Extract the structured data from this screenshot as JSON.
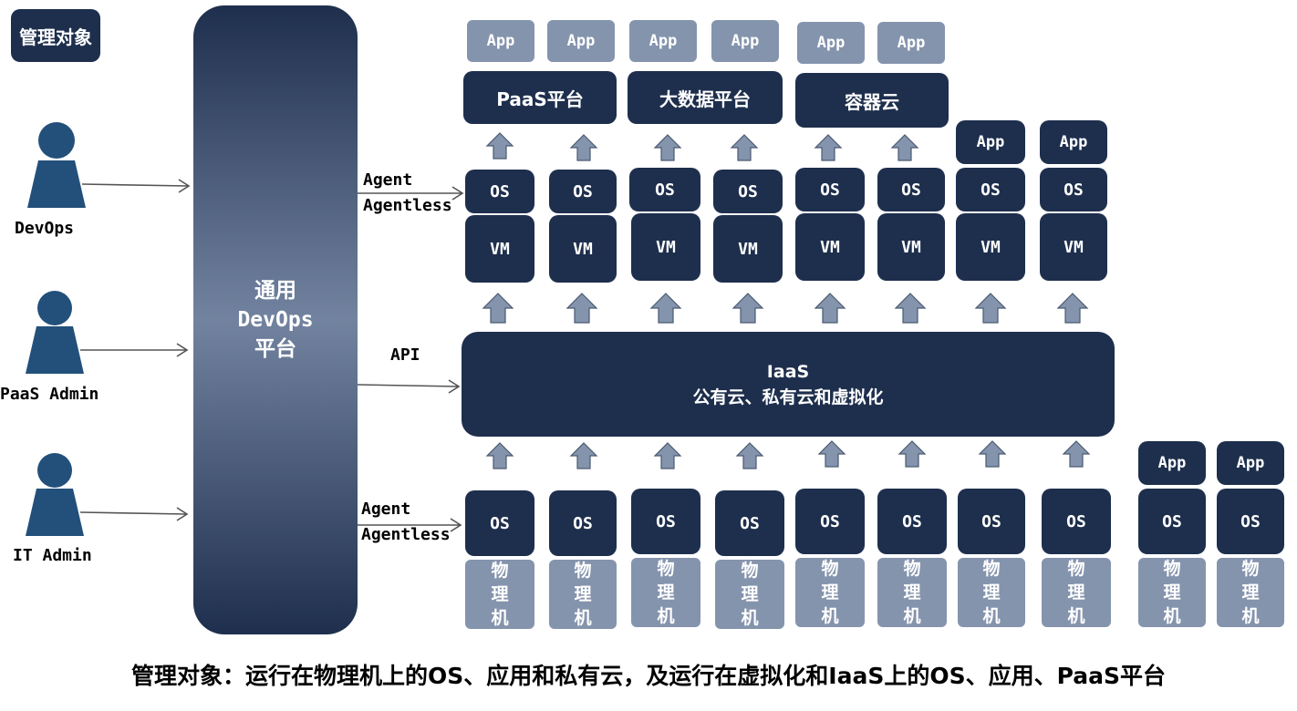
{
  "management_tag": "管理对象",
  "devops_platform": {
    "line1": "通用",
    "line2": "DevOps",
    "line3": "平台"
  },
  "roles": [
    {
      "label": "DevOps"
    },
    {
      "label": "PaaS Admin"
    },
    {
      "label": "IT Admin"
    }
  ],
  "interfaces": {
    "top": {
      "line1": "Agent",
      "line2": "Agentless"
    },
    "middle": "API",
    "bottom": {
      "line1": "Agent",
      "line2": "Agentless"
    }
  },
  "platforms": {
    "paas": "PaaS平台",
    "bigdata": "大数据平台",
    "container": "容器云"
  },
  "iaas": {
    "line1": "IaaS",
    "line2": "公有云、私有云和虚拟化"
  },
  "labels": {
    "app": "App",
    "os": "OS",
    "vm": "VM",
    "physical": "物理机"
  },
  "caption": "管理对象：运行在物理机上的OS、应用和私有云，及运行在虚拟化和IaaS上的OS、应用、PaaS平台",
  "colors": {
    "dark_box": "#1e2f4d",
    "light_box": "#8594ad",
    "person": "#23507a",
    "arrow": "#555555"
  }
}
